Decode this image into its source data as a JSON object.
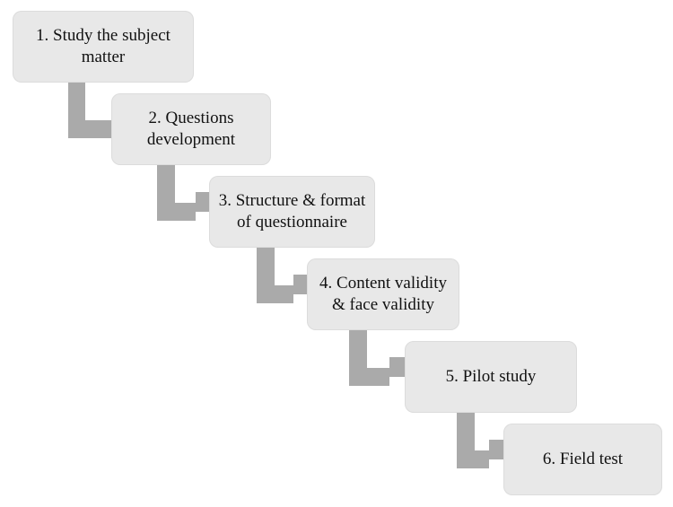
{
  "diagram": {
    "steps": [
      {
        "label": "1. Study the subject\nmatter"
      },
      {
        "label": "2. Questions\ndevelopment"
      },
      {
        "label": "3. Structure & format\nof questionnaire"
      },
      {
        "label": "4. Content validity\n& face validity"
      },
      {
        "label": "5. Pilot study"
      },
      {
        "label": "6. Field test"
      }
    ],
    "colors": {
      "box_fill": "#e8e8e8",
      "arrow_fill": "#aaaaaa",
      "text": "#111111"
    }
  }
}
